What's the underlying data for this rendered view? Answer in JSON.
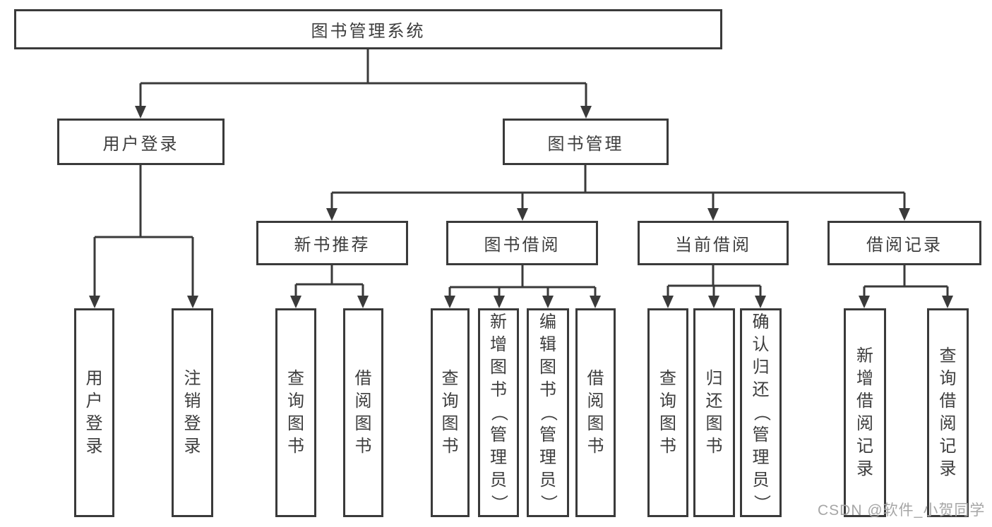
{
  "diagram": {
    "colors": {
      "line": "#3a3a3a",
      "text": "#3d3d3d",
      "box_fill": "#ffffff",
      "background": "#ffffff",
      "watermark": "#a6a6a6"
    },
    "root": {
      "label": "图书管理系统"
    },
    "level2": [
      {
        "label": "用户登录"
      },
      {
        "label": "图书管理"
      }
    ],
    "level3": [
      {
        "label": "新书推荐"
      },
      {
        "label": "图书借阅"
      },
      {
        "label": "当前借阅"
      },
      {
        "label": "借阅记录"
      }
    ],
    "leaves": [
      {
        "label": "用户登录"
      },
      {
        "label": "注销登录"
      },
      {
        "label": "查询图书"
      },
      {
        "label": "借阅图书"
      },
      {
        "label": "查询图书"
      },
      {
        "label": "新增图书（管理员）"
      },
      {
        "label": "编辑图书（管理员）"
      },
      {
        "label": "借阅图书"
      },
      {
        "label": "查询图书"
      },
      {
        "label": "归还图书"
      },
      {
        "label": "确认归还（管理员）"
      },
      {
        "label": "新增借阅记录"
      },
      {
        "label": "查询借阅记录"
      }
    ],
    "structure": {
      "图书管理系统": {
        "用户登录": [
          "用户登录",
          "注销登录"
        ],
        "图书管理": {
          "新书推荐": [
            "查询图书",
            "借阅图书"
          ],
          "图书借阅": [
            "查询图书",
            "新增图书（管理员）",
            "编辑图书（管理员）",
            "借阅图书"
          ],
          "当前借阅": [
            "查询图书",
            "归还图书",
            "确认归还（管理员）"
          ],
          "借阅记录": [
            "新增借阅记录",
            "查询借阅记录"
          ]
        }
      }
    },
    "watermark": {
      "text": "CSDN @软件_小贺同学"
    }
  }
}
